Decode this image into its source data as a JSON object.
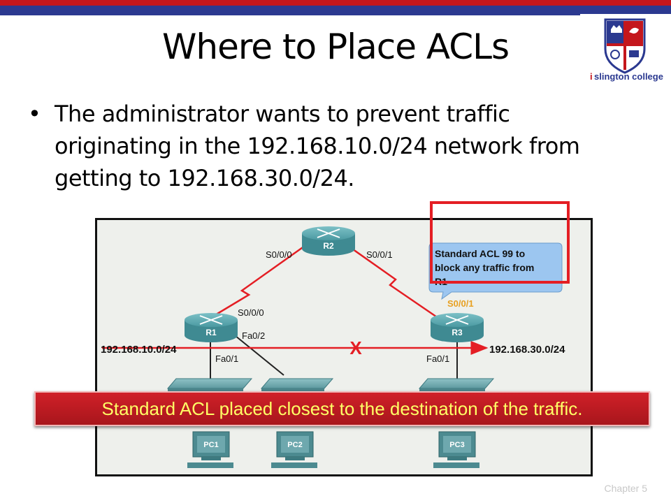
{
  "slide": {
    "title": "Where to Place ACLs",
    "bullets": [
      "The administrator wants to prevent traffic originating in the 192.168.10.0/24 network from getting to 192.168.30.0/24."
    ],
    "footer": "Chapter 5"
  },
  "logo": {
    "text_prefix": "i",
    "text": "slington college",
    "colors": {
      "shield_red": "#c4161c",
      "shield_blue": "#2b3990"
    }
  },
  "diagram": {
    "routers": [
      {
        "id": "R2",
        "label": "R2"
      },
      {
        "id": "R1",
        "label": "R1"
      },
      {
        "id": "R3",
        "label": "R3"
      }
    ],
    "interface_labels": {
      "r2_left": "S0/0/0",
      "r2_right": "S0/0/1",
      "r1_serial": "S0/0/0",
      "r1_fa02": "Fa0/2",
      "r1_fa01": "Fa0/1",
      "r3_serial": "S0/0/1",
      "r3_fa01": "Fa0/1"
    },
    "networks": {
      "source": "192.168.10.0/24",
      "destination": "192.168.30.0/24"
    },
    "blocked_marker": "X",
    "callout_lines": [
      "Standard ACL 99 to",
      "block any traffic from",
      "R1"
    ],
    "pcs": [
      "PC1",
      "PC2",
      "PC3"
    ],
    "colors": {
      "router_body": "#3f8a92",
      "serial_link": "#e41e24",
      "traffic_arrow": "#e41e24",
      "callout_fill": "#9cc6f0",
      "interface_highlight": "#e8a020",
      "background": "#eef0ec"
    }
  },
  "banner": {
    "text": "Standard ACL placed closest to the destination of the traffic."
  }
}
